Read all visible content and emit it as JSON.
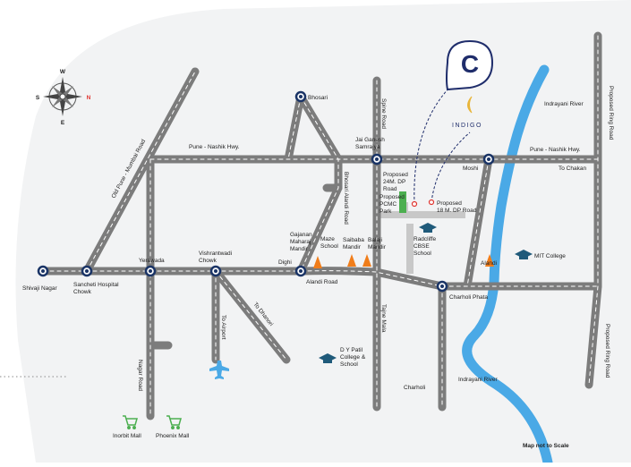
{
  "map_title_note": "Map not to Scale",
  "brand": {
    "name": "INDIGO",
    "logo_letter": "C"
  },
  "compass": {
    "n": "N",
    "s": "S",
    "e": "E",
    "w": "W"
  },
  "colors": {
    "road": "#7c7c7c",
    "dash": "#ffffff",
    "river": "#4aa9e6",
    "node": "#1a3466",
    "cone": "#f07d1a",
    "accent": "#1f2d6b",
    "park": "#4caf50",
    "proposed": "#c8c8c8"
  },
  "roads": {
    "pune_nashik_hwy_w": "Pune - Nashik Hwy.",
    "pune_nashik_hwy_e": "Pune - Nashik Hwy.",
    "old_pune_mumbai": "Old Pune - Mumbai Road",
    "spine": "Spine Road",
    "bhosari_alandi": "Bhosari Alandi Road",
    "alandi_road": "Alandi Road",
    "nagar_road": "Nagar Road",
    "to_airport": "To Airport",
    "to_dhanori": "To Dhanori",
    "tajne_mala": "Tajne Mala",
    "ring_road_top": "Proposed Ring Road",
    "ring_road_bottom": "Proposed Ring Road",
    "to_chakan": "To Chakan",
    "proposed_24m": "Proposed\n24M. DP\nRoad",
    "proposed_18m": "Proposed\n18 M. DP Road"
  },
  "rivers": {
    "indrayani_top": "Indrayani River",
    "indrayani_bottom": "Indrayani River"
  },
  "places": {
    "bhosari": "Bhosari",
    "jai_ganesh": "Jai Ganesh\nSamrajya",
    "moshi": "Moshi",
    "shivaji_nagar": "Shivaji Nagar",
    "sancheti": "Sancheti Hospital\nChowk",
    "yerawada": "Yerawada",
    "vishrantwadi": "Vishrantwadi\nChowk",
    "dighi": "Dighi",
    "charholi_phata": "Charholi Phata",
    "charholi": "Charholi",
    "alandi": "Alandi",
    "pcmc_park": "Proposed\nPCMC\nPark"
  },
  "landmarks": {
    "gajanan": "Gajanan\nMaharaj\nMandir",
    "maze": "Maze\nSchool",
    "saibaba": "Saibaba\nMandir",
    "balaji": "Balaji\nMandir",
    "radcliffe": "Radcliffe\nCBSE\nSchool",
    "mit": "MIT College",
    "dy_patil": "D Y Patil\nCollege &\nSchool",
    "inorbit": "Inorbit Mall",
    "phoenix": "Phoenix Mall"
  },
  "icons": [
    "compass-icon",
    "location-pin-icon",
    "moon-icon",
    "graduation-cap-icon",
    "shopping-cart-icon",
    "airplane-icon",
    "temple-cone-icon"
  ]
}
